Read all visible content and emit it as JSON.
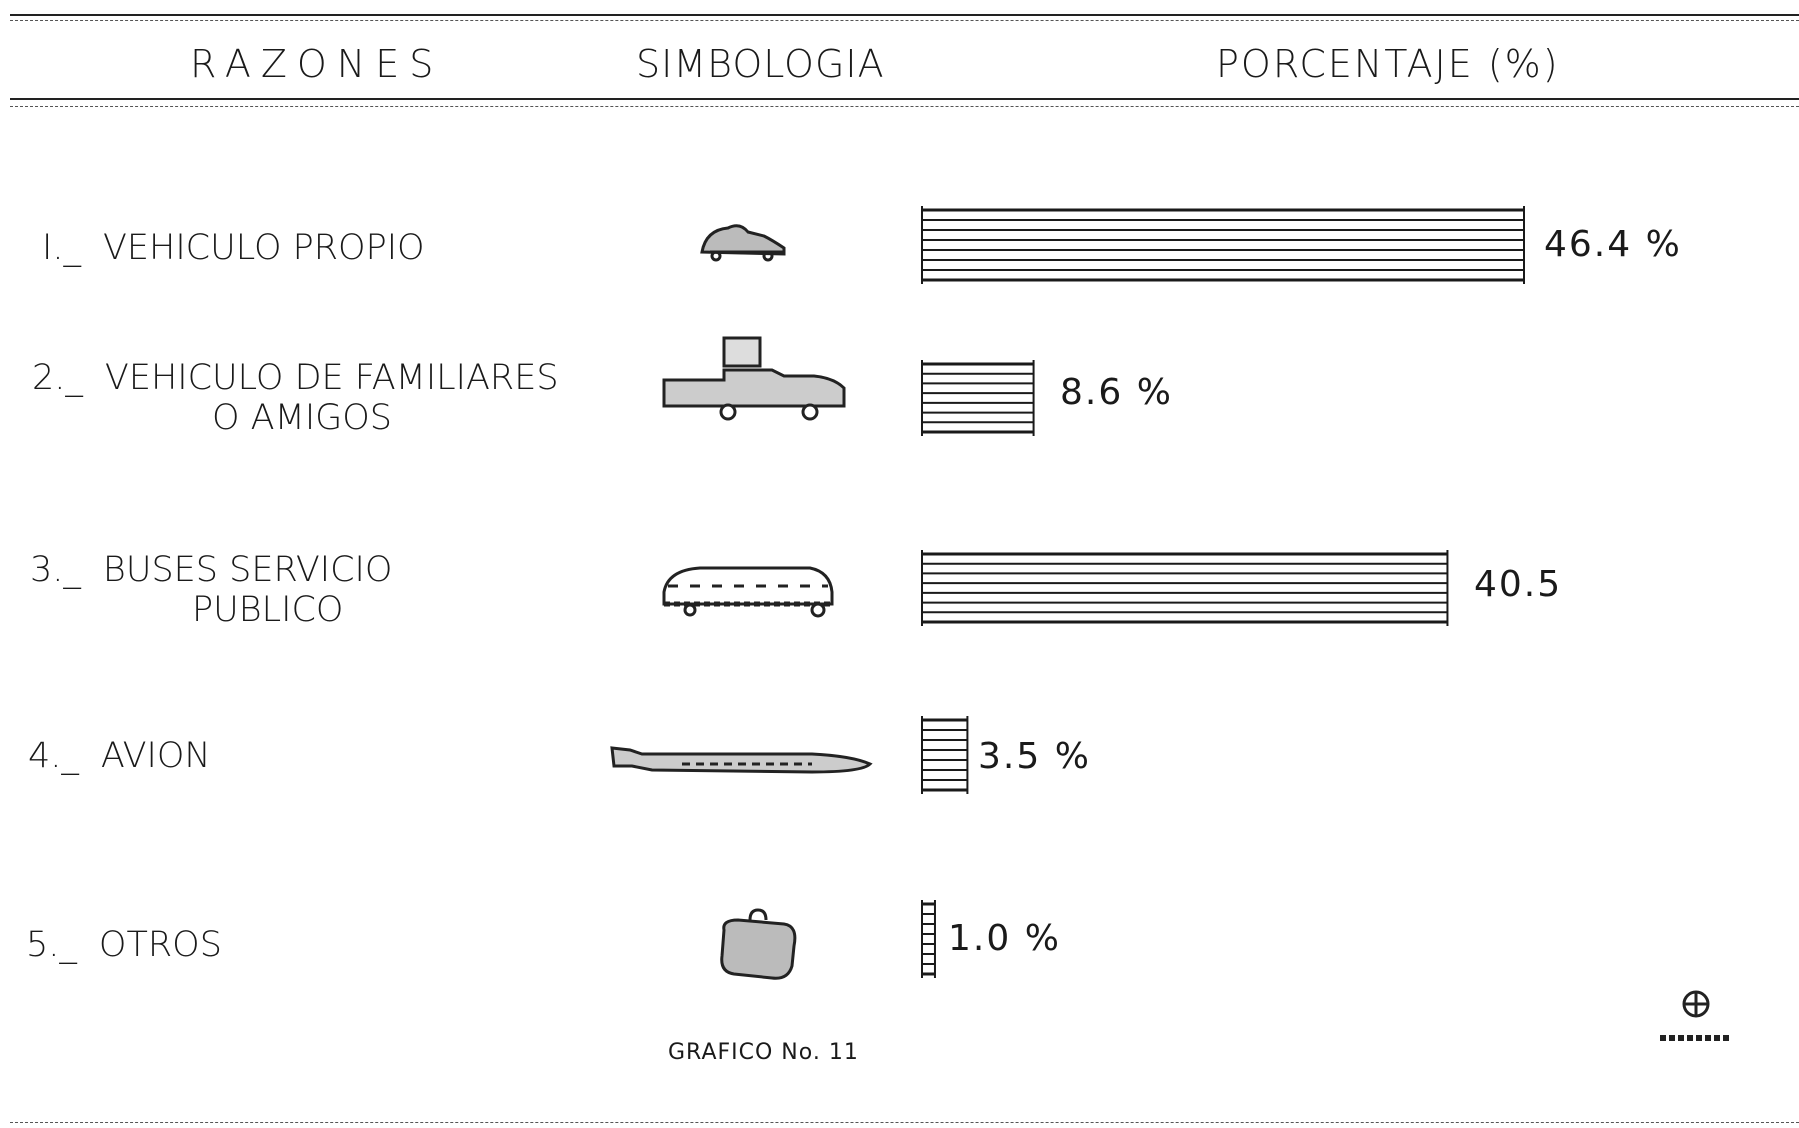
{
  "header": {
    "razones": "RAZONES",
    "simbologia": "SIMBOLOGIA",
    "porcentaje": "PORCENTAJE (%)"
  },
  "rows": [
    {
      "num": "I._",
      "label": "VEHICULO PROPIO",
      "label_cont": "",
      "icon": "car-icon",
      "value_label": "46.4 %"
    },
    {
      "num": "2._",
      "label": "VEHICULO DE FAMILIARES",
      "label_cont": "O  AMIGOS",
      "icon": "pickup-truck-icon",
      "value_label": "8.6 %"
    },
    {
      "num": "3._",
      "label": "BUSES  SERVICIO",
      "label_cont": "PUBLICO",
      "icon": "bus-icon",
      "value_label": "40.5"
    },
    {
      "num": "4._",
      "label": "AVION",
      "label_cont": "",
      "icon": "airplane-icon",
      "value_label": "3.5 %"
    },
    {
      "num": "5._",
      "label": "OTROS",
      "label_cont": "",
      "icon": "suitcase-icon",
      "value_label": "1.0 %"
    }
  ],
  "caption": "GRAFICO No. 11",
  "logo_icon": "globe-logo-icon",
  "chart_data": {
    "type": "bar",
    "orientation": "horizontal",
    "categories": [
      "VEHICULO PROPIO",
      "VEHICULO DE FAMILIARES O AMIGOS",
      "BUSES SERVICIO PUBLICO",
      "AVION",
      "OTROS"
    ],
    "values": [
      46.4,
      8.6,
      40.5,
      3.5,
      1.0
    ],
    "unit": "%",
    "xlim": [
      0,
      46.4
    ],
    "title": "",
    "xlabel": "",
    "ylabel": "",
    "grid": false,
    "bar_pattern": "horizontal-lines",
    "color": "#1a1a1a"
  }
}
